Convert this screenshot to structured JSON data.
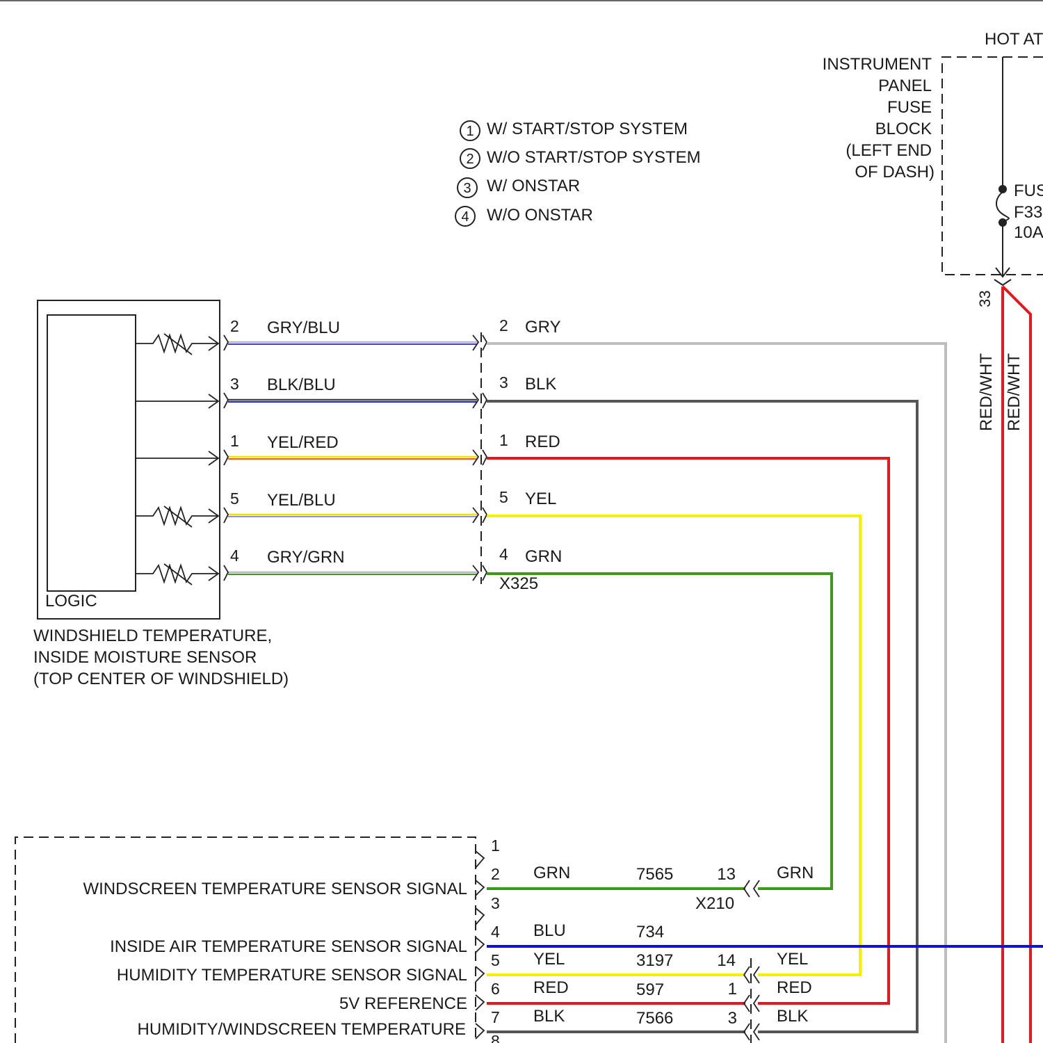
{
  "legend": {
    "items": [
      {
        "num": "1",
        "text": "W/ START/STOP SYSTEM"
      },
      {
        "num": "2",
        "text": "W/O START/STOP SYSTEM"
      },
      {
        "num": "3",
        "text": "W/ ONSTAR"
      },
      {
        "num": "4",
        "text": "W/O ONSTAR"
      }
    ]
  },
  "top_right": {
    "hot_label": "HOT AT",
    "fuse_block_lines": [
      "INSTRUMENT",
      "PANEL",
      "FUSE",
      "BLOCK",
      "(LEFT END",
      "OF DASH)"
    ],
    "fuse_lines": [
      "FUS",
      "F33",
      "10A"
    ],
    "pin": "33",
    "wire_label_1": "RED/WHT",
    "wire_label_2": "RED/WHT"
  },
  "sensor": {
    "logic_label": "LOGIC",
    "name_lines": [
      "WINDSHIELD TEMPERATURE,",
      "INSIDE MOISTURE SENSOR",
      "(TOP CENTER OF WINDSHIELD)"
    ],
    "pins": [
      {
        "pin": "2",
        "color_label": "GRY/BLU",
        "out_pin": "2",
        "out_label": "GRY"
      },
      {
        "pin": "3",
        "color_label": "BLK/BLU",
        "out_pin": "3",
        "out_label": "BLK"
      },
      {
        "pin": "1",
        "color_label": "YEL/RED",
        "out_pin": "1",
        "out_label": "RED"
      },
      {
        "pin": "5",
        "color_label": "YEL/BLU",
        "out_pin": "5",
        "out_label": "YEL"
      },
      {
        "pin": "4",
        "color_label": "GRY/GRN",
        "out_pin": "4",
        "out_label": "GRN"
      }
    ],
    "connector": "X325"
  },
  "module": {
    "rows": [
      {
        "pin": "1",
        "signal": "",
        "color": "",
        "circuit": "",
        "x_pin": "",
        "x_color": ""
      },
      {
        "pin": "2",
        "signal": "WINDSCREEN TEMPERATURE SENSOR SIGNAL",
        "color": "GRN",
        "circuit": "7565",
        "x_pin": "13",
        "x_color": "GRN"
      },
      {
        "pin": "3",
        "signal": "",
        "color": "",
        "circuit": "",
        "x_pin": "",
        "x_color": ""
      },
      {
        "pin": "4",
        "signal": "INSIDE AIR TEMPERATURE SENSOR SIGNAL",
        "color": "BLU",
        "circuit": "734",
        "x_pin": "",
        "x_color": ""
      },
      {
        "pin": "5",
        "signal": "HUMIDITY TEMPERATURE SENSOR SIGNAL",
        "color": "YEL",
        "circuit": "3197",
        "x_pin": "14",
        "x_color": "YEL"
      },
      {
        "pin": "6",
        "signal": "5V REFERENCE",
        "color": "RED",
        "circuit": "597",
        "x_pin": "1",
        "x_color": "RED"
      },
      {
        "pin": "7",
        "signal": "HUMIDITY/WINDSCREEN TEMPERATURE",
        "color": "BLK",
        "circuit": "7566",
        "x_pin": "3",
        "x_color": "BLK"
      }
    ],
    "connector": "X210"
  },
  "colors": {
    "gry": "#b8b8b8",
    "blk": "#555555",
    "red": "#e31a1c",
    "yel": "#f5f000",
    "grn": "#3a9a1a",
    "blu": "#1010d8"
  }
}
